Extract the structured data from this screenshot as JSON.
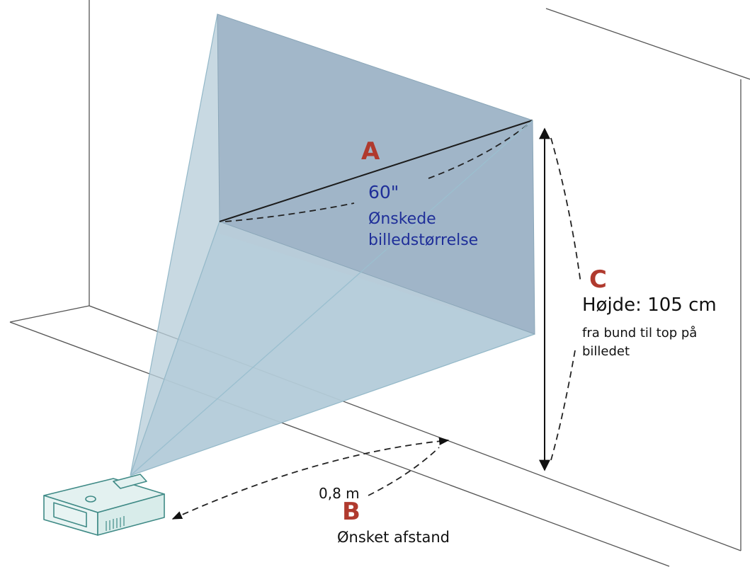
{
  "colors": {
    "letters": "#b03a2e",
    "size_text": "#1f2f99",
    "text": "#111111",
    "projection_fill": "#a9c3d3",
    "screen_fill": "#9db2c5",
    "room_lines": "#555555",
    "projector_body": "#e3f1f0",
    "projector_stroke": "#3f8a86"
  },
  "labels": {
    "a": "A",
    "b": "B",
    "c": "C"
  },
  "image_size": {
    "value": "60\"",
    "caption_line1": "Ønskede",
    "caption_line2": "billedstørrelse"
  },
  "height": {
    "text": "Højde: 105 cm",
    "caption_line1": "fra bund til top på",
    "caption_line2": "billedet"
  },
  "distance": {
    "value": "0,8 m",
    "caption": "Ønsket afstand"
  }
}
